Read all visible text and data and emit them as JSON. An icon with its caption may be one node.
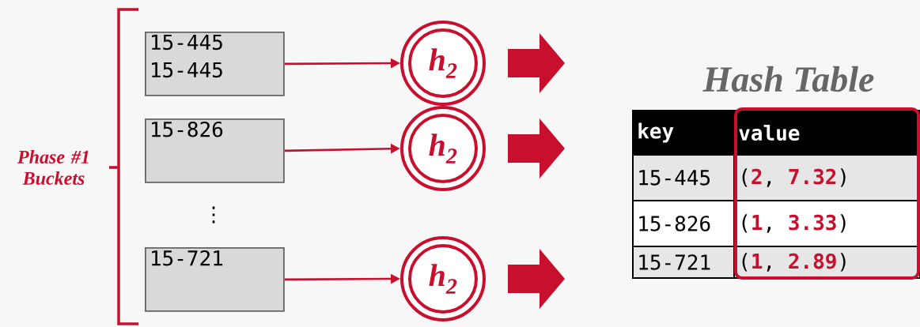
{
  "diagram": {
    "title": "Hash Table",
    "nodes": [
      {
        "text": [
          "15-445",
          "15-445"
        ]
      },
      {
        "text": [
          "15-826"
        ]
      },
      {
        "text": [
          "15-721"
        ]
      },
      {
        "text": [
          "h$_{2}$"
        ]
      },
      {
        "text": [
          "h$_{2}$"
        ]
      },
      {
        "text": [
          "h$_{2}$"
        ]
      }
    ],
    "edges": [
      {
        "from": 0,
        "to": 3,
        "arrow": "to"
      },
      {
        "from": 1,
        "to": 4,
        "arrow": "to"
      },
      {
        "from": 2,
        "to": 5,
        "arrow": "to"
      },
      {
        "from": 3,
        "to": null,
        "arrow": "to",
        "style": "thick"
      },
      {
        "from": 4,
        "to": null,
        "arrow": "to",
        "style": "thick"
      },
      {
        "from": 5,
        "to": null,
        "arrow": "to",
        "style": "thick"
      }
    ],
    "labels": [
      "Phase #1 Buckets",
      "⋮",
      "key",
      "value",
      "15-445",
      "(**2**, **7.32**)",
      "15-826",
      "(**1**, **3.33**)",
      "15-721",
      "(**1**, **2.89**)"
    ]
  }
}
